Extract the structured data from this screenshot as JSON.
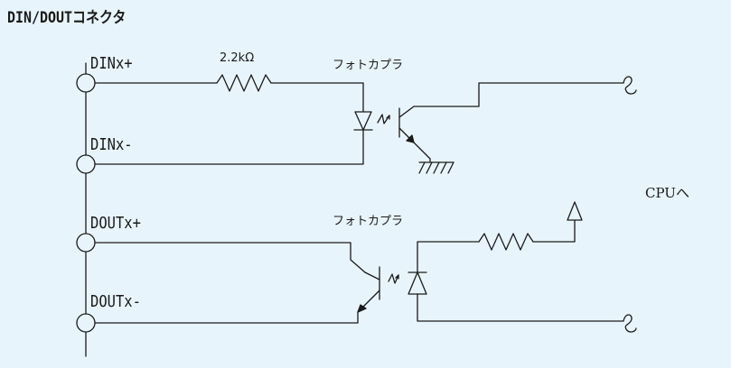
{
  "title": "DIN/DOUTコネクタ",
  "pins": {
    "din_plus": "DINx+",
    "din_minus": "DINx-",
    "dout_plus": "DOUTx+",
    "dout_minus": "DOUTx-"
  },
  "resistor_value": "2.2kΩ",
  "optocoupler_label_1": "フォトカプラ",
  "optocoupler_label_2": "フォトカプラ",
  "cpu_label": "CPUへ"
}
